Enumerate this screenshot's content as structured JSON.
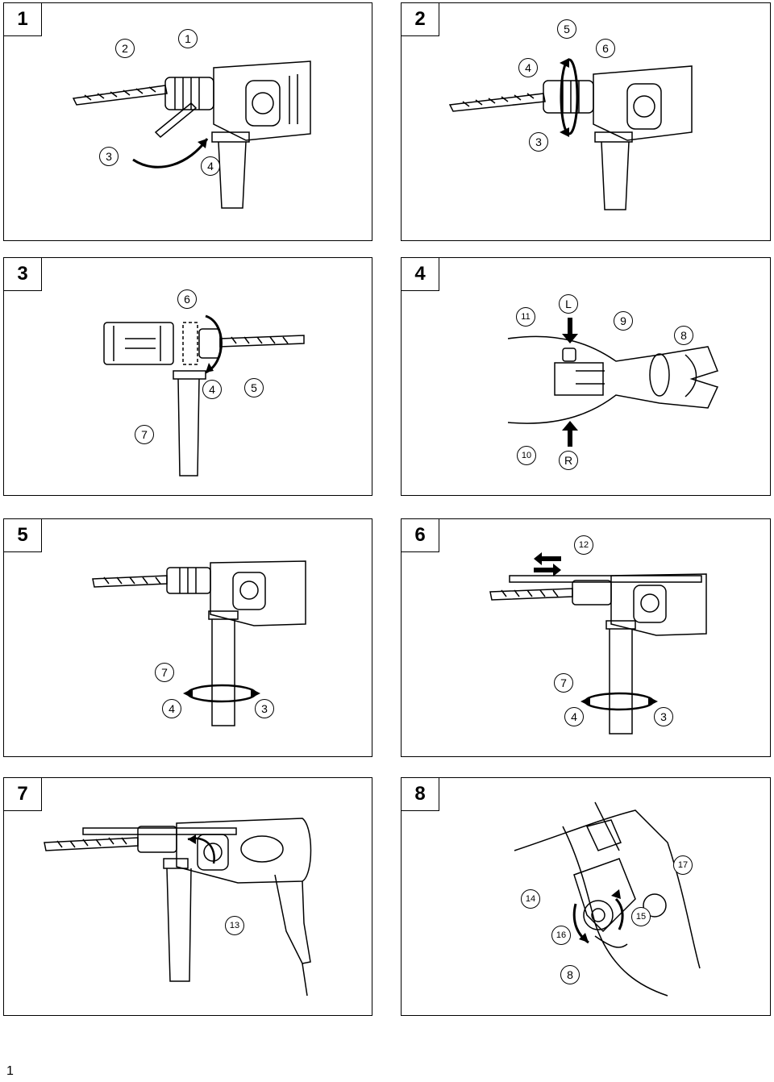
{
  "figures": [
    {
      "number": "1",
      "callouts": [
        "2",
        "1",
        "3",
        "4"
      ]
    },
    {
      "number": "2",
      "callouts": [
        "5",
        "4",
        "6",
        "3"
      ]
    },
    {
      "number": "3",
      "callouts": [
        "6",
        "4",
        "5",
        "7"
      ]
    },
    {
      "number": "4",
      "callouts": [
        "11",
        "L",
        "9",
        "8",
        "10",
        "R"
      ]
    },
    {
      "number": "5",
      "callouts": [
        "7",
        "4",
        "3"
      ]
    },
    {
      "number": "6",
      "callouts": [
        "12",
        "7",
        "4",
        "3"
      ]
    },
    {
      "number": "7",
      "callouts": [
        "13"
      ]
    },
    {
      "number": "8",
      "callouts": [
        "17",
        "14",
        "15",
        "16",
        "8"
      ]
    }
  ],
  "page_number": "1"
}
